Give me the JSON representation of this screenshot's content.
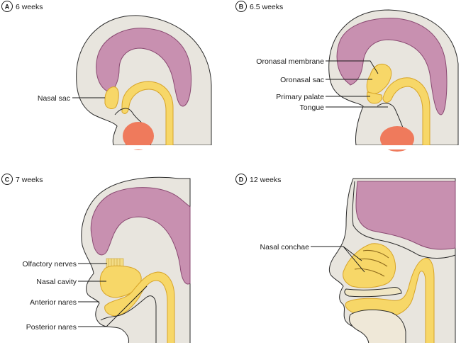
{
  "panels": {
    "a": {
      "letter": "A",
      "title": "6 weeks",
      "labels": {
        "nasal_sac": "Nasal sac"
      }
    },
    "b": {
      "letter": "B",
      "title": "6.5 weeks",
      "labels": {
        "oronasal_membrane": "Oronasal membrane",
        "oronasal_sac": "Oronasal sac",
        "primary_palate": "Primary palate",
        "tongue": "Tongue"
      }
    },
    "c": {
      "letter": "C",
      "title": "7 weeks",
      "labels": {
        "olfactory_nerves": "Olfactory nerves",
        "nasal_cavity": "Nasal cavity",
        "anterior_nares": "Anterior nares",
        "posterior_nares": "Posterior nares"
      }
    },
    "d": {
      "letter": "D",
      "title": "12 weeks",
      "labels": {
        "nasal_conchae": "Nasal conchae"
      }
    }
  },
  "colors": {
    "skin": "#e8e5de",
    "brain": "#c890b0",
    "cavity": "#f7d768",
    "heart": "#ef7a5c",
    "outline": "#2a2a2a"
  }
}
